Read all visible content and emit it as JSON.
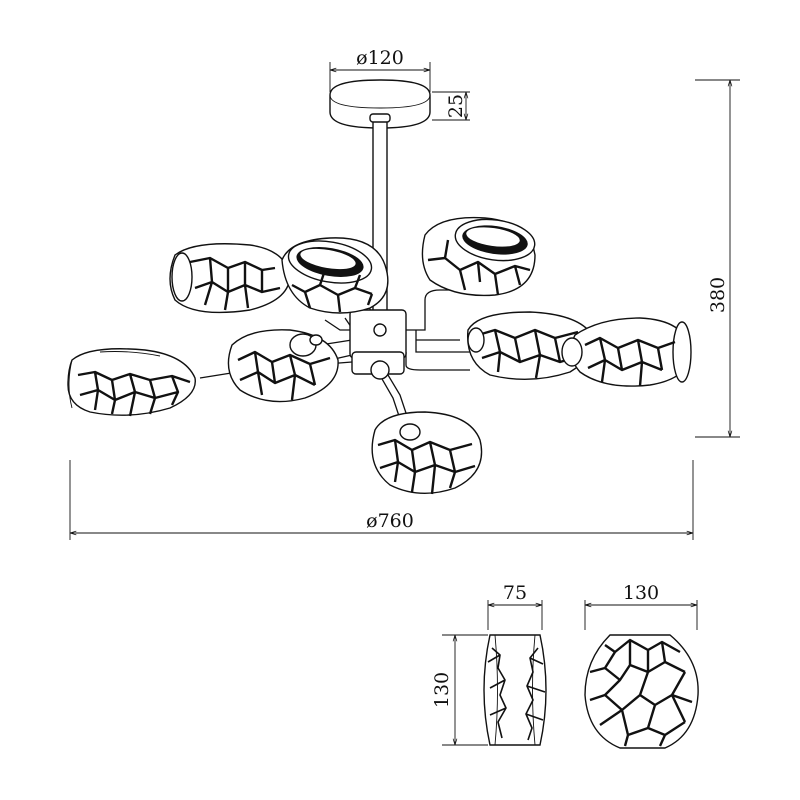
{
  "dimensions": {
    "canopy_diameter": "ø120",
    "canopy_height": "25",
    "total_height": "380",
    "total_diameter": "ø760",
    "shade_side_width": "75",
    "shade_height": "130",
    "shade_front_width": "130"
  },
  "icons": {
    "chandelier": "chandelier-drawing",
    "shade_side": "shade-side-view",
    "shade_front": "shade-front-view"
  }
}
